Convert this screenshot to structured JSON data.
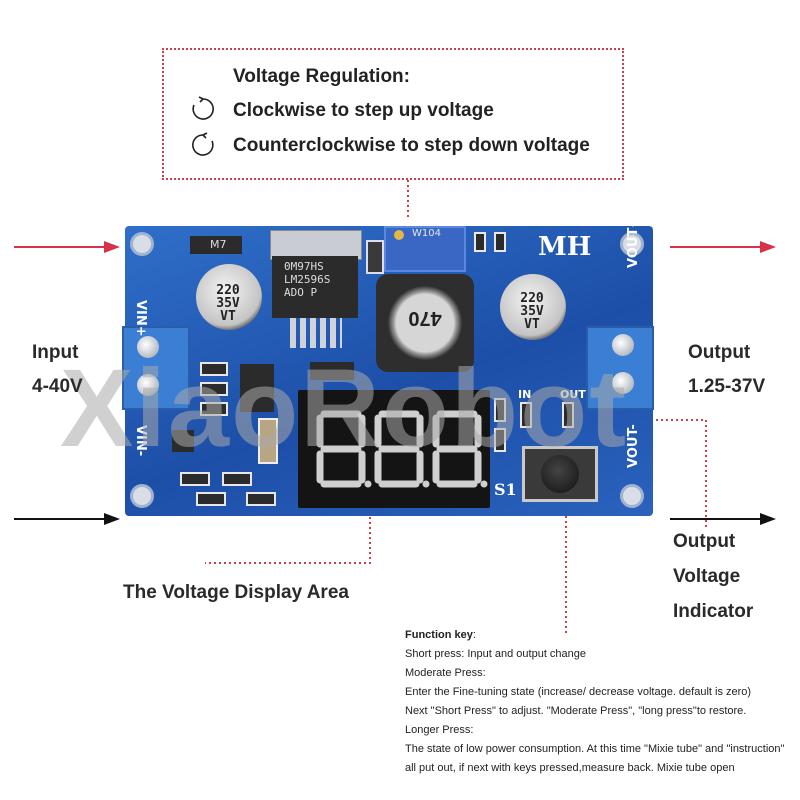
{
  "callout": {
    "title": "Voltage Regulation:",
    "cw": "Clockwise to step up voltage",
    "ccw": "Counterclockwise to step down voltage"
  },
  "labels": {
    "input": "Input",
    "input_range": "4-40V",
    "output": "Output",
    "output_range": "1.25-37V",
    "display_area": "The Voltage Display Area",
    "indicator_l1": "Output",
    "indicator_l2": "Voltage",
    "indicator_l3": "Indicator"
  },
  "board": {
    "brand": "MH",
    "vin_plus": "VIN+",
    "vin_minus": "VIN-",
    "vout_plus": "VOUT+",
    "vout_minus": "VOUT-",
    "in_led": "IN",
    "out_led": "OUT",
    "switch": "S1",
    "cap_left": [
      "220",
      "35V",
      "VT"
    ],
    "cap_right": [
      "220",
      "35V",
      "VT"
    ],
    "inductor": "470",
    "ic_lines": [
      "0M97HS",
      "LM2596S",
      "ADO P"
    ],
    "diode": "M7",
    "trimmer": "W104"
  },
  "function_key": {
    "title": "Function key",
    "lines": [
      "Short press: Input and output change",
      "Moderate Press:",
      "Enter the Fine-tuning state (increase/ decrease voltage. default is zero)",
      "Next \"Short Press\" to adjust. \"Moderate Press\", \"long press\"to restore.",
      "Longer Press:",
      "The state of low power consumption. At this time \"Mixie tube\" and \"instruction\"",
      "all put out, if next with keys pressed,measure back. Mixie tube open"
    ]
  },
  "watermark": "XiaoRobot",
  "colors": {
    "arrow_red": "#d8324a",
    "callout_dots": "#c8404a",
    "pcb_blue": "#2459b8"
  }
}
